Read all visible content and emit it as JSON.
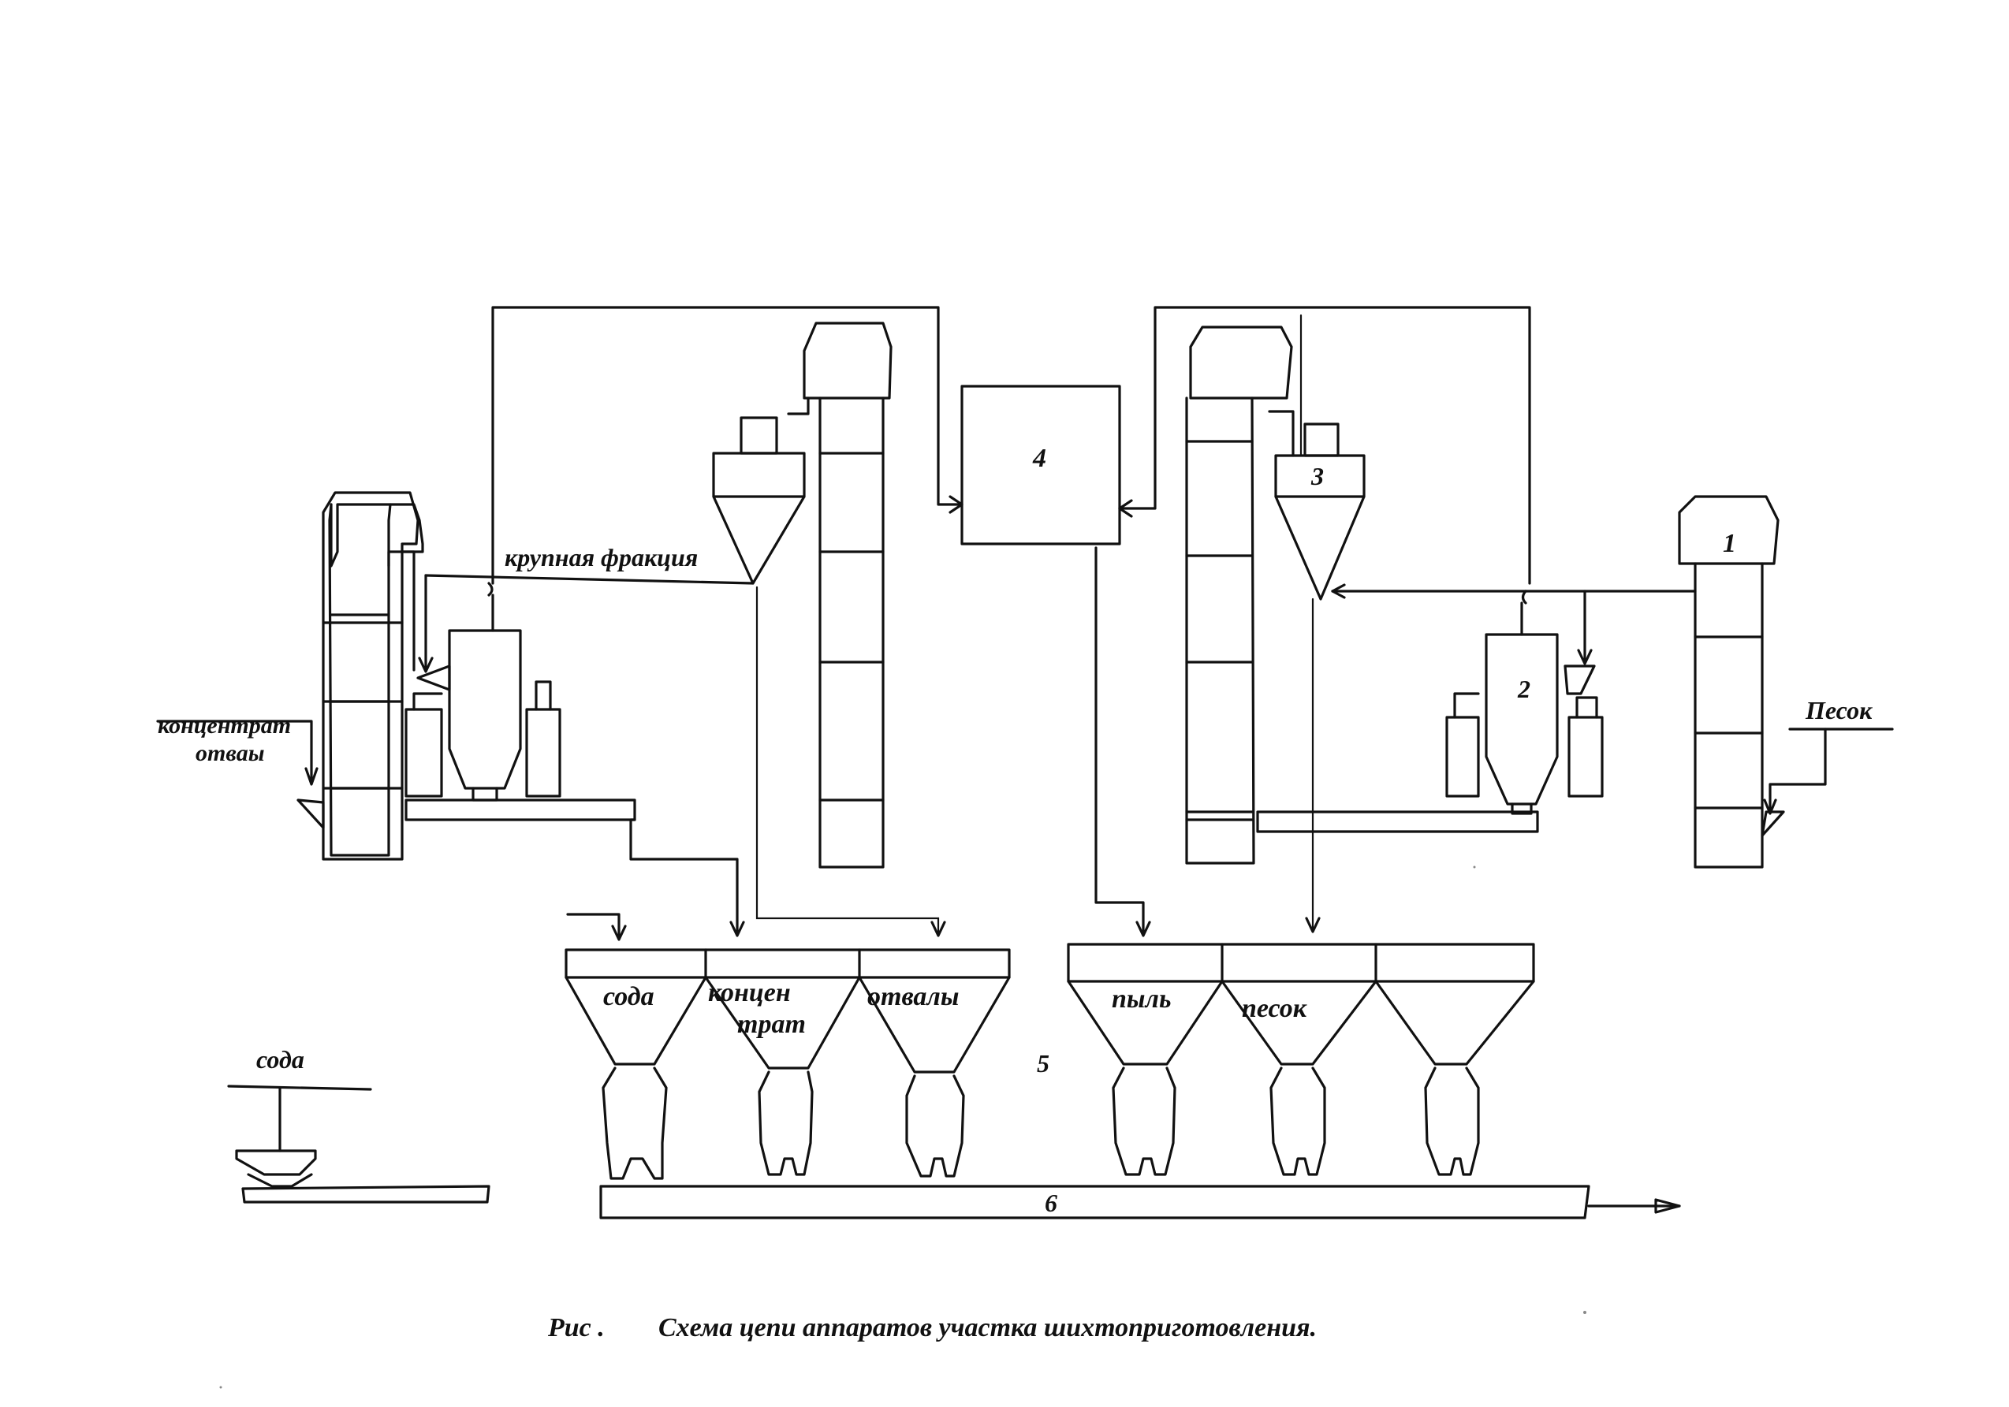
{
  "labels": {
    "n1": "1",
    "n2": "2",
    "n3": "3",
    "n4": "4",
    "n5": "5",
    "n6": "6",
    "coarse_fraction": "крупная фракция",
    "concentrate_left_1": "концентрат",
    "concentrate_left_2": "отвaы",
    "sand_input": "Песок",
    "soda_input": "сода",
    "bin_soda": "сода",
    "bin_concentrate_1": "концен",
    "bin_concentrate_2": "трат",
    "bin_tailings": "отвалы",
    "bin_dust": "пыль",
    "bin_sand": "песок"
  },
  "caption": {
    "prefix": "Рис .",
    "text": "Схема цепи аппаратов участка шихтоприготовления."
  },
  "colors": {
    "ink": "#111111",
    "paper": "#ffffff"
  }
}
